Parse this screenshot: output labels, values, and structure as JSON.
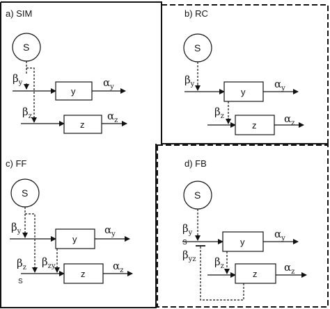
{
  "panels": {
    "sim": {
      "title": "a) SIM",
      "source": "S",
      "box_y": "y",
      "box_z": "z",
      "beta_y": {
        "base": "β",
        "sub": "y"
      },
      "beta_z": {
        "base": "β",
        "sub": "z"
      },
      "alpha_y": {
        "base": "α",
        "sub": "y"
      },
      "alpha_z": {
        "base": "α",
        "sub": "z"
      }
    },
    "rc": {
      "title": "b) RC",
      "source": "S",
      "box_y": "y",
      "box_z": "z",
      "beta_y": {
        "base": "β",
        "sub": "y"
      },
      "beta_z": {
        "base": "β",
        "sub": "z"
      },
      "alpha_y": {
        "base": "α",
        "sub": "y"
      },
      "alpha_z": {
        "base": "α",
        "sub": "z"
      }
    },
    "ff": {
      "title": "c) FF",
      "source": "S",
      "box_y": "y",
      "box_z": "z",
      "beta_y": {
        "base": "β",
        "sub": "y"
      },
      "beta_z": {
        "base": "β",
        "sub": "z"
      },
      "beta_zy": {
        "base": "β",
        "sub": "zy"
      },
      "s_label": "S",
      "alpha_y": {
        "base": "α",
        "sub": "y"
      },
      "alpha_z": {
        "base": "α",
        "sub": "z"
      }
    },
    "fb": {
      "title": "d) FB",
      "source": "S",
      "box_y": "y",
      "box_z": "z",
      "beta_y": {
        "base": "β",
        "sub": "y"
      },
      "beta_yz": {
        "base": "β",
        "sub": "yz"
      },
      "beta_z": {
        "base": "β",
        "sub": "z"
      },
      "s_label": "S",
      "alpha_y": {
        "base": "α",
        "sub": "y"
      },
      "alpha_z": {
        "base": "α",
        "sub": "z"
      }
    }
  }
}
